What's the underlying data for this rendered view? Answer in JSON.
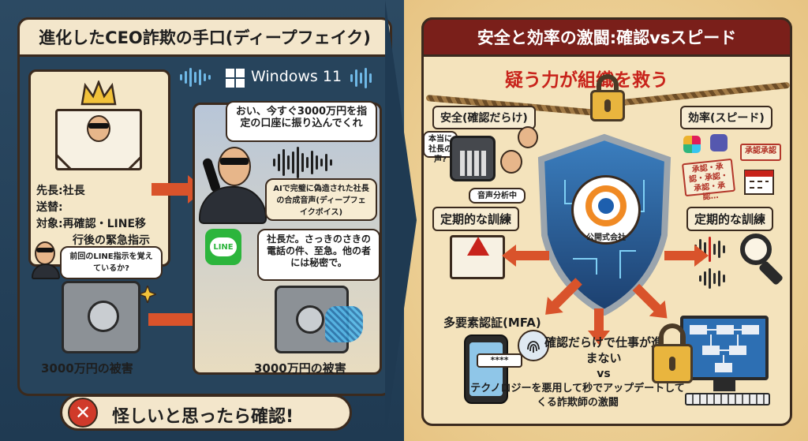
{
  "left": {
    "title": "進化したCEO詐欺の手口(ディープフェイク)",
    "card": {
      "from_label": "先長:社長",
      "send_label": "送替:",
      "target_label": "対象:再確認・LINE移",
      "target_cont": "行後の緊急指示"
    },
    "small_speech": "前回のLINE指示を覚えているか?",
    "damage_left": "3000万円の被害",
    "damage_right": "3000万円の被害",
    "windows_text": "Windows 11",
    "speech_call": "おい、今すぐ3000万円を指定の口座に振り込んでくれ",
    "speech_ai": "AIで完璧に偽造された社長の合成音声(ディープフェイクボイス)",
    "speech_line": "社長だ。さっきのさきの電話の件、至急。他の者には秘密で。",
    "line_logo": "LINE",
    "banner_icon": "✕",
    "banner": "怪しいと思ったら確認!"
  },
  "right": {
    "title": "安全と効率の激闘:確認vsスピード",
    "rope_title": "疑う力が組織を救う",
    "safety_label": "安全(確認だらけ)",
    "efficiency_label": "効率(スピード)",
    "honto_bubble": "本当に社長の声?",
    "analyze_bubble": "音声分析中",
    "stamp_big": "承認・承認・承認・承認・承認…",
    "stamp_small": "承認承認",
    "company_label": "公開式会社",
    "training_left": "定期的な訓練",
    "training_right": "定期的な訓練",
    "mfa_label": "多要素認証(MFA)",
    "password_mask": "****",
    "mid_text": "確認だらけで仕事が進まない",
    "vs_text": "vs",
    "bottom_text": "テクノロジーを悪用して秒でアップデートしてくる詐欺師の激闘"
  },
  "colors": {
    "left_bg": "#1f3a52",
    "right_header": "#7a1f1a",
    "accent_red": "#c8231b",
    "arrow": "#d9532b",
    "lock": "#e9b53e",
    "line_green": "#2cb53c"
  }
}
